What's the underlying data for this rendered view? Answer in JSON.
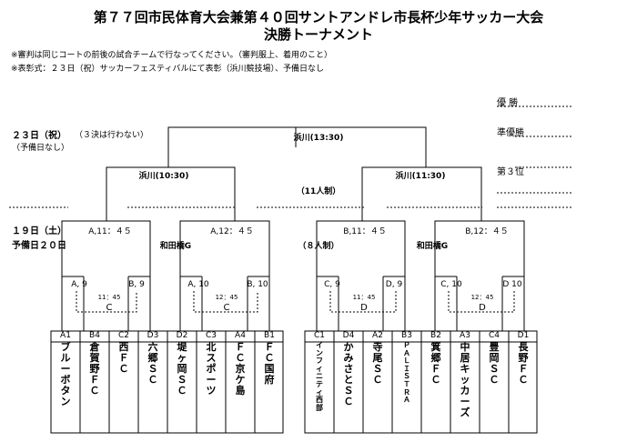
{
  "title_line1": "第７７回市民体育大会兼第４０回サントアンドレ市長杯少年サッカー大会",
  "title_line2": "決勝トーナメント",
  "notes": [
    "※審判は同じコートの前後の試合チームで行なってください。（審判服上、着用のこと）",
    "※表彰式：２３日（祝）サッカーフェスティバルにて表彰（浜川競技場）、予備日なし"
  ],
  "results": {
    "winner": "優 勝",
    "runner_up": "準優勝",
    "third": "第３位"
  },
  "day23": {
    "date": "２３日（祝）",
    "note": "（３決は行わない）",
    "reserve": "（予備日なし）"
  },
  "day19": {
    "date": "１９日（土）",
    "reserve": "予備日２０日"
  },
  "final_match": "浜川(13:30)",
  "semis": {
    "left": "浜川(10:30)",
    "right": "浜川(11:30)"
  },
  "format_11": "（11人制）",
  "format_8": "（８人制）",
  "venue_wadabashi": "和田橋G",
  "quarters": [
    "A,11：４５",
    "A,12：４５",
    "B,11：４５",
    "B,12：４５"
  ],
  "r16_codes": [
    "A, 9",
    "B, 9",
    "A, 10",
    "B, 10",
    "C, 9",
    "D, 9",
    "C, 10",
    "D 10"
  ],
  "r16_times": [
    "11：45",
    "12：45",
    "11：45",
    "12：45"
  ],
  "r16_courts": [
    "C",
    "C",
    "D",
    "D"
  ],
  "teams": [
    {
      "code": "A1",
      "name": "ブルーボタン"
    },
    {
      "code": "B4",
      "name": "倉賀野ＦＣ"
    },
    {
      "code": "C2",
      "name": "西ＦＣ"
    },
    {
      "code": "D3",
      "name": "六郷ＳＣ"
    },
    {
      "code": "D2",
      "name": "堤ヶ岡ＳＣ"
    },
    {
      "code": "C3",
      "name": "北スポーツ"
    },
    {
      "code": "A4",
      "name": "ＦＣ京ケ島"
    },
    {
      "code": "B1",
      "name": "ＦＣ国府"
    },
    {
      "code": "C1",
      "name": "インフィニティ西部"
    },
    {
      "code": "D4",
      "name": "かみさとＳＣ"
    },
    {
      "code": "A2",
      "name": "寺尾ＳＣ"
    },
    {
      "code": "B3",
      "name": "ＰＡＬＩＳＴＲＡ"
    },
    {
      "code": "B2",
      "name": "箕郷ＦＣ"
    },
    {
      "code": "A3",
      "name": "中居キッカーズ"
    },
    {
      "code": "C4",
      "name": "豊岡ＳＣ"
    },
    {
      "code": "D1",
      "name": "長野ＦＣ"
    }
  ]
}
